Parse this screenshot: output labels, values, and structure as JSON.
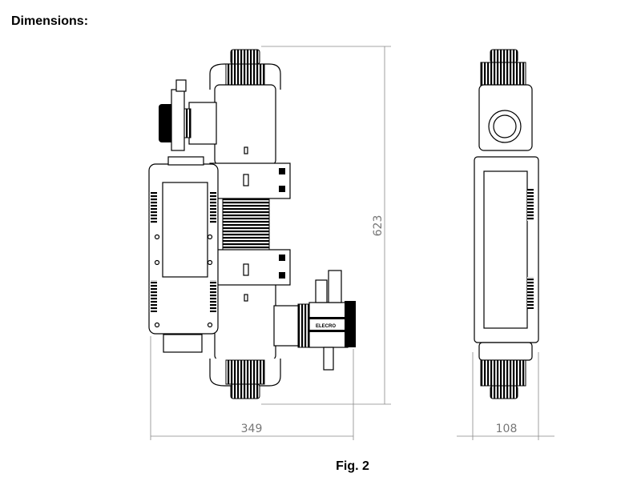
{
  "heading": "Dimensions:",
  "figure_caption": "Fig. 2",
  "drawing": {
    "front_view": {
      "width_dimension": "349",
      "height_dimension": "623",
      "logo_text": "ELECRO"
    },
    "side_view": {
      "width_dimension": "108"
    }
  }
}
